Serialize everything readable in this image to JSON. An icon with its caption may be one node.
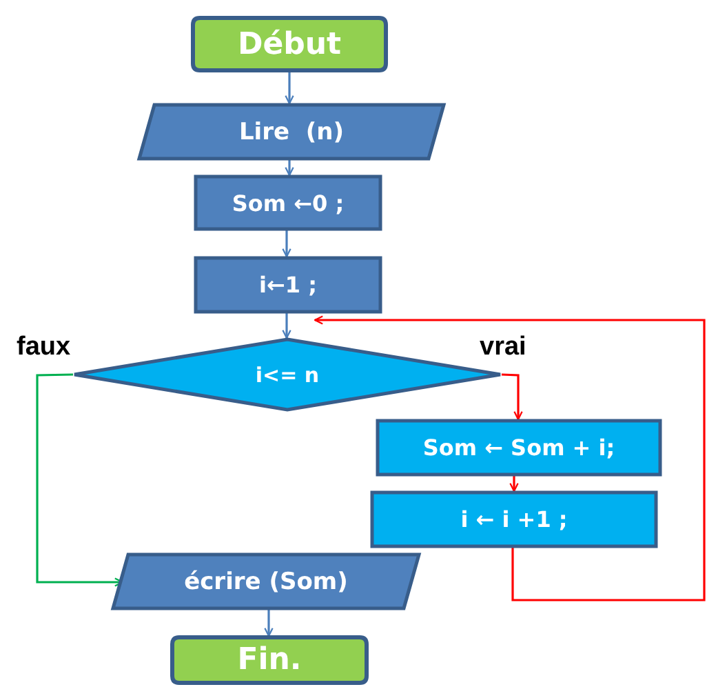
{
  "diagram": {
    "nodes": [
      {
        "text": [
          "Début"
        ]
      },
      {
        "text": [
          "Lire  (n)"
        ]
      },
      {
        "text": [
          "Som ←0 ;"
        ]
      },
      {
        "text": [
          "i←1 ;"
        ]
      },
      {
        "text": [
          "i<= n"
        ]
      },
      {
        "text": [
          "Som ← Som + i;"
        ]
      },
      {
        "text": [
          "i ← i +1 ;"
        ]
      },
      {
        "text": [
          "écrire (Som)"
        ]
      },
      {
        "text": [
          "Fin."
        ]
      }
    ],
    "edges": [
      {
        "from": 0,
        "to": 1,
        "arrow": "to"
      },
      {
        "from": 1,
        "to": 2,
        "arrow": "to"
      },
      {
        "from": 2,
        "to": 3,
        "arrow": "to"
      },
      {
        "from": 3,
        "to": 4,
        "arrow": "to"
      },
      {
        "from": 4,
        "to": 5,
        "arrow": "to",
        "label": "vrai",
        "color": "#ff0000"
      },
      {
        "from": 5,
        "to": 6,
        "arrow": "to",
        "color": "#ff0000"
      },
      {
        "from": 6,
        "to": 4,
        "arrow": "to",
        "color": "#ff0000"
      },
      {
        "from": 4,
        "to": 7,
        "arrow": "to",
        "label": "faux",
        "color": "#00b050"
      },
      {
        "from": 7,
        "to": 8,
        "arrow": "to"
      }
    ]
  }
}
